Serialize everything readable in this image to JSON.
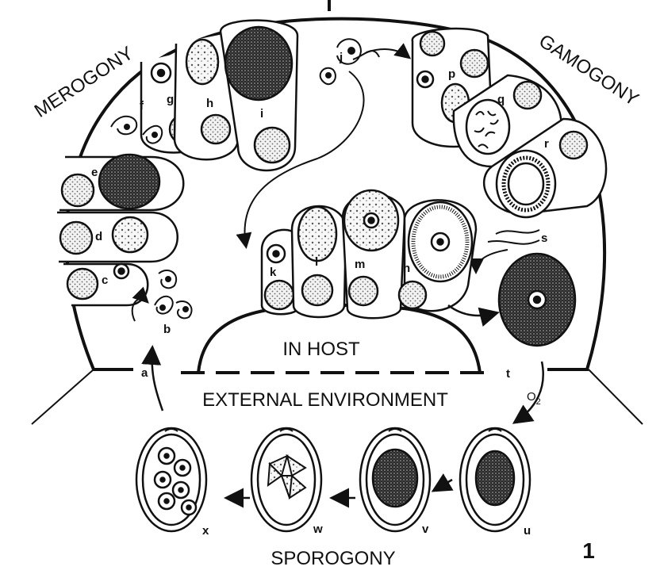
{
  "phases": {
    "merogony": "MEROGONY",
    "gamogony": "GAMOGONY",
    "sporogony": "SPOROGONY"
  },
  "zones": {
    "in_host": "IN HOST",
    "external": "EXTERNAL ENVIRONMENT"
  },
  "oxygen": {
    "base": "O",
    "sub": "2"
  },
  "figure_number": "1",
  "labels": {
    "a": "a",
    "b": "b",
    "c": "c",
    "d": "d",
    "e": "e",
    "f": "f",
    "g": "g",
    "h": "h",
    "i": "i",
    "j": "j",
    "k": "k",
    "l": "l",
    "m": "m",
    "n": "n",
    "p": "p",
    "q": "q",
    "r": "r",
    "s": "s",
    "t": "t",
    "u": "u",
    "v": "v",
    "w": "w",
    "x": "x"
  }
}
